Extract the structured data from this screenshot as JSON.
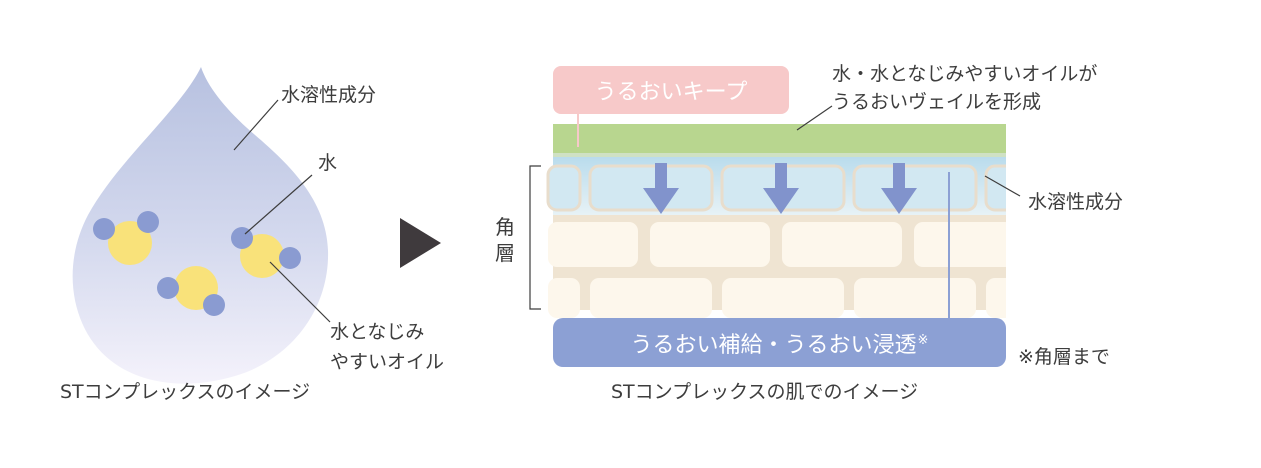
{
  "left": {
    "label_water_soluble": "水溶性成分",
    "label_water": "水",
    "label_oil_line1": "水となじみ",
    "label_oil_line2": "やすいオイル",
    "caption": "STコンプレックスのイメージ"
  },
  "right": {
    "keep_label": "うるおいキープ",
    "veil_line1": "水・水となじみやすいオイルが",
    "veil_line2": "うるおいヴェイルを形成",
    "label_water_soluble": "水溶性成分",
    "stratum_char1": "角",
    "stratum_char2": "層",
    "hydration_label": "うるおい補給・うるおい浸透",
    "hydration_mark": "※",
    "footnote": "※角層まで",
    "caption": "STコンプレックスの肌でのイメージ"
  },
  "colors": {
    "drop_top": "#b9c3e1",
    "drop_bottom": "#f3f1fa",
    "water_dot": "#8a9bd1",
    "oil_dot": "#f9e27a",
    "keep_bg": "#f7c9c9",
    "veil_green": "#b8d68f",
    "water_layer": "#cfe6f1",
    "cell": "#fdf7ec",
    "mortar": "#efe4d2",
    "hydration_bg": "#8ca0d4",
    "arrow": "#8193cc",
    "play_arrow": "#3f3a3d"
  },
  "icons": {
    "transition": "play-arrow-icon",
    "downward": "down-arrow-icon"
  }
}
